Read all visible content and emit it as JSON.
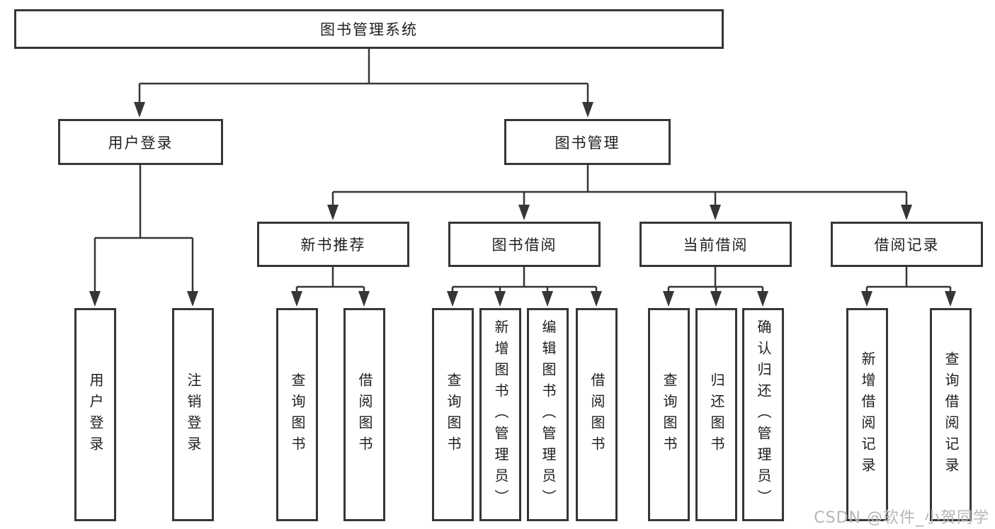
{
  "diagram": {
    "root": {
      "label": "图书管理系统"
    },
    "branches": [
      {
        "label": "用户登录",
        "children": [
          {
            "label": "用户登录"
          },
          {
            "label": "注销登录"
          }
        ]
      },
      {
        "label": "图书管理",
        "children": [
          {
            "label": "新书推荐",
            "children": [
              {
                "label": "查询图书"
              },
              {
                "label": "借阅图书"
              }
            ]
          },
          {
            "label": "图书借阅",
            "children": [
              {
                "label": "查询图书"
              },
              {
                "label": "新增图书（管理员）"
              },
              {
                "label": "编辑图书（管理员）"
              },
              {
                "label": "借阅图书"
              }
            ]
          },
          {
            "label": "当前借阅",
            "children": [
              {
                "label": "查询图书"
              },
              {
                "label": "归还图书"
              },
              {
                "label": "确认归还（管理员）"
              }
            ]
          },
          {
            "label": "借阅记录",
            "children": [
              {
                "label": "新增借阅记录"
              },
              {
                "label": "查询借阅记录"
              }
            ]
          }
        ]
      }
    ]
  },
  "watermark": {
    "text": "CSDN @软件_小贺同学"
  },
  "colors": {
    "line": "#363636",
    "box_border": "#363636",
    "text": "#1e1e1e",
    "background": "#ffffff",
    "watermark": "#b6b6b6"
  }
}
